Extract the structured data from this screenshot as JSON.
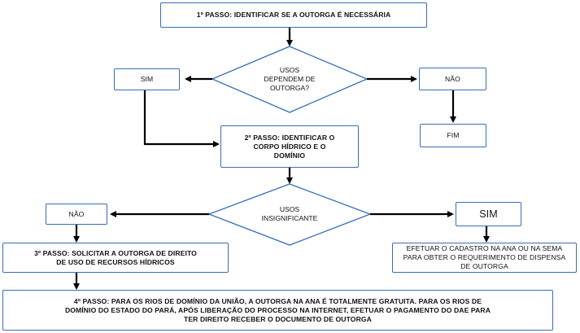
{
  "colors": {
    "border": "#3a6db5",
    "arrow": "#000000",
    "text": "#111111"
  },
  "steps": {
    "step1": "1º PASSO: IDENTIFICAR SE A OUTORGA É NECESSÁRIA",
    "decision1": "USOS\nDEPENDEM DE\nOUTORGA?",
    "sim1": "SIM",
    "nao1": "NÃO",
    "fim": "FIM",
    "step2": "2º PASSO: IDENTIFICAR O\nCORPO HÍDRICO E O\nDOMÍNIO",
    "decision2": "USOS\nINSIGNIFICANTE",
    "nao2": "NÃO",
    "sim2": "SIM",
    "step3": "3º PASSO:  SOLICITAR A OUTORGA DE DIREITO\nDE USO DE RECURSOS HÍDRICOS",
    "cadastro": "EFETUAR O CADASTRO NA ANA OU NA SEMA\nPARA OBTER O REQUERIMENTO DE DISPENSA\nDE OUTORGA",
    "step4": "4º PASSO: PARA OS RIOS DE DOMÍNIO DA UNIÃO, A OUTORGA NA ANA É TOTALMENTE GRATUITA. PARA OS RIOS DE\nDOMÍNIO DO ESTADO DO PARÁ, APÓS LIBERAÇÃO DO PROCESSO NA INTERNET, EFETUAR O PAGAMENTO DO DAE PARA\nTER DIREITO RECEBER O DOCUMENTO DE OUTORGA"
  }
}
